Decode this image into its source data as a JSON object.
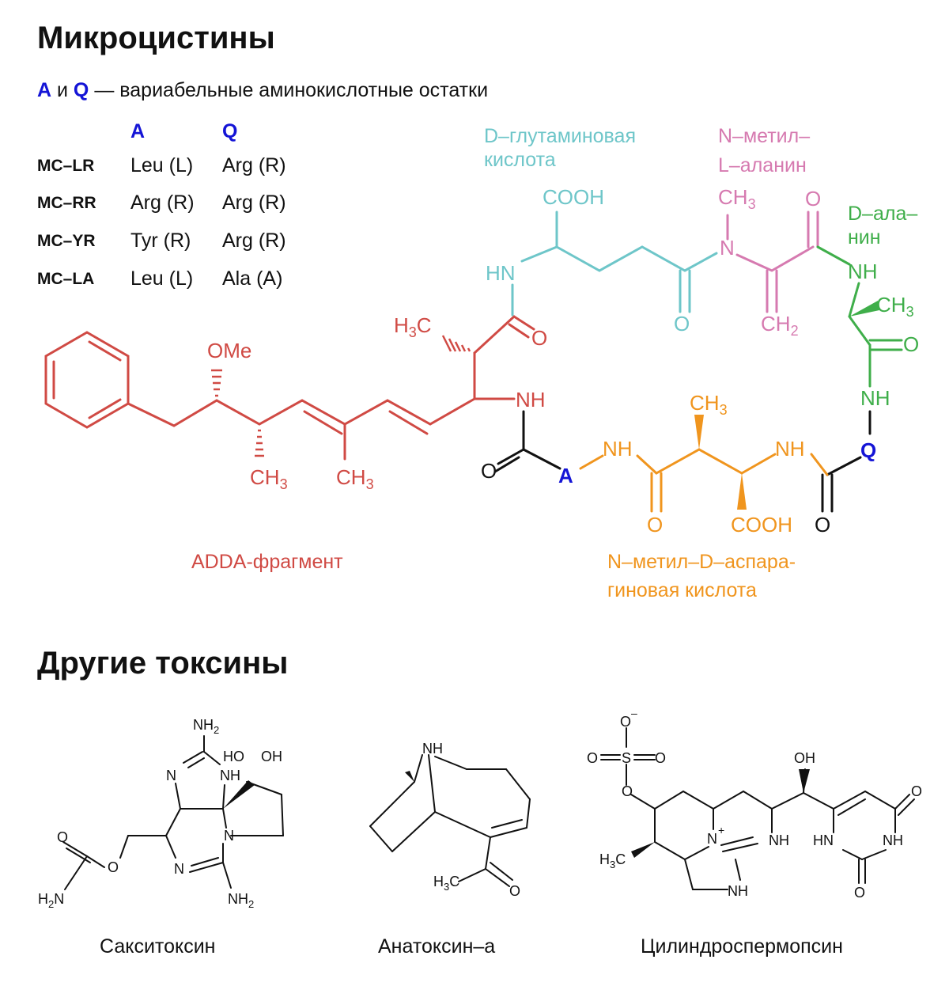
{
  "title_microcystins": "Микроцистины",
  "subtitle": {
    "var_a": "A",
    "and": " и ",
    "var_q": "Q",
    "text": " — вариабельные аминокислотные остатки"
  },
  "table": {
    "header_a": "A",
    "header_q": "Q",
    "rows": [
      {
        "name": "MC–LR",
        "a": "Leu (L)",
        "q": "Arg (R)"
      },
      {
        "name": "MC–RR",
        "a": "Arg (R)",
        "q": "Arg (R)"
      },
      {
        "name": "MC–YR",
        "a": "Tyr (R)",
        "q": "Arg (R)"
      },
      {
        "name": "MC–LA",
        "a": "Leu (L)",
        "q": "Ala (A)"
      }
    ]
  },
  "fragments": {
    "glu_line1": "D–глутаминовая",
    "glu_line2": "кислота",
    "mala_line1": "N–метил–",
    "mala_line2": "L–аланин",
    "dala_line1": "D–ала–",
    "dala_line2": "нин",
    "adda": "ADDA-фрагмент",
    "masp_line1": "N–метил–D–аспара-",
    "masp_line2": "гиновая кислота"
  },
  "atoms": {
    "cooh": "COOH",
    "ch3": "CH",
    "ch2": "CH",
    "sub3": "3",
    "sub2": "2",
    "n": "N",
    "o": "O",
    "nh": "NH",
    "hn": "HN",
    "h3c_h": "H",
    "h3c_c": "C",
    "ome": "OMe",
    "a": "A",
    "q": "Q",
    "nh2": "NH",
    "h2n_h": "H",
    "h2n_n": "N",
    "ho": "HO",
    "oh": "OH",
    "s": "S",
    "minus": "–",
    "plus": "+",
    "n_plus": "N"
  },
  "title_other": "Другие токсины",
  "toxins": {
    "saxitoxin": "Сакситоксин",
    "anatoxin": "Анатоксин–а",
    "cylindro": "Цилиндроспермопсин"
  },
  "colors": {
    "red": "#d04a44",
    "cyan": "#6ec6c9",
    "pink": "#d67ab0",
    "green": "#3fae4a",
    "orange": "#f0951e",
    "blue": "#1414d6",
    "black": "#111111"
  }
}
